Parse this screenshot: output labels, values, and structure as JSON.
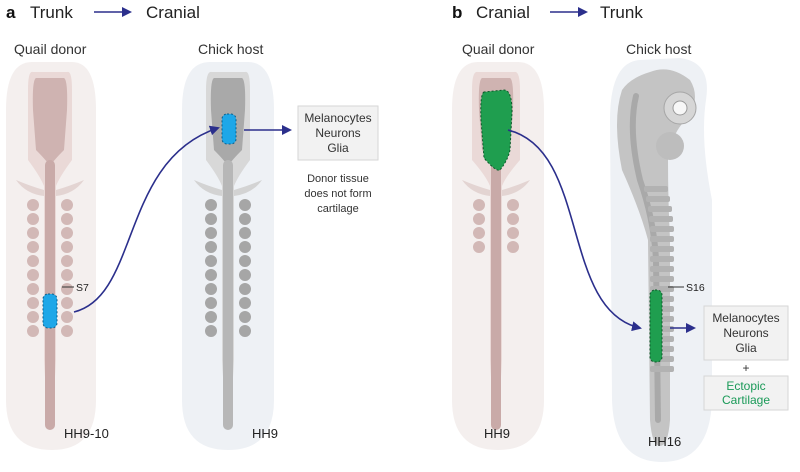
{
  "panel_a": {
    "letter": "a",
    "from": "Trunk",
    "to": "Cranial",
    "donor_label": "Quail donor",
    "host_label": "Chick host",
    "segment_label": "S7",
    "donor_stage": "HH9-10",
    "host_stage": "HH9",
    "result_lines": [
      "Melanocytes",
      "Neurons",
      "Glia"
    ],
    "note_lines": [
      "Donor tissue",
      "does not form",
      "cartilage"
    ]
  },
  "panel_b": {
    "letter": "b",
    "from": "Cranial",
    "to": "Trunk",
    "donor_label": "Quail donor",
    "host_label": "Chick host",
    "segment_label": "S16",
    "donor_stage": "HH9",
    "host_stage": "HH16",
    "result_lines": [
      "Melanocytes",
      "Neurons",
      "Glia"
    ],
    "plus": "+",
    "ectopic_lines": [
      "Ectopic",
      "Cartilage"
    ]
  },
  "colors": {
    "arrow": "#2b2f8c",
    "quail_embryo": "#c9aaa8",
    "chick_embryo": "#bdbdbd",
    "trunk_graft": "#1ea7e8",
    "cranial_graft": "#1f9e4f",
    "ectopic_text": "#1a9a58"
  }
}
